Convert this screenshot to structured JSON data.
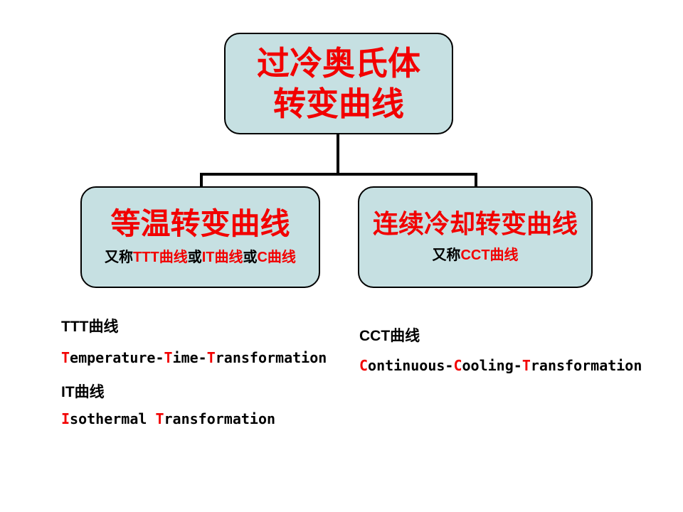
{
  "colors": {
    "background": "#ffffff",
    "node_fill": "#c6e0e2",
    "node_border": "#000000",
    "accent_red": "#f20000",
    "text_black": "#000000"
  },
  "tree": {
    "root": {
      "line1": "过冷奥氏体",
      "line2": "转变曲线"
    },
    "left": {
      "title": "等温转变曲线",
      "subtitle": [
        "又称",
        "TTT曲线",
        "或",
        "IT曲线",
        "或",
        "C曲线"
      ]
    },
    "right": {
      "title": "连续冷却转变曲线",
      "subtitle": [
        "又称",
        "CCT曲线"
      ]
    }
  },
  "notes": {
    "left": {
      "ttt_label": "TTT曲线",
      "ttt_expansion": [
        "T",
        "emperature-",
        "T",
        "ime-",
        "T",
        "ransformation"
      ],
      "it_label": "IT曲线",
      "it_expansion": [
        "I",
        "sothermal ",
        "T",
        "ransformation"
      ]
    },
    "right": {
      "cct_label": "CCT曲线",
      "cct_expansion": [
        "C",
        "ontinuous-",
        "C",
        "ooling-",
        "T",
        "ransformation"
      ]
    }
  }
}
